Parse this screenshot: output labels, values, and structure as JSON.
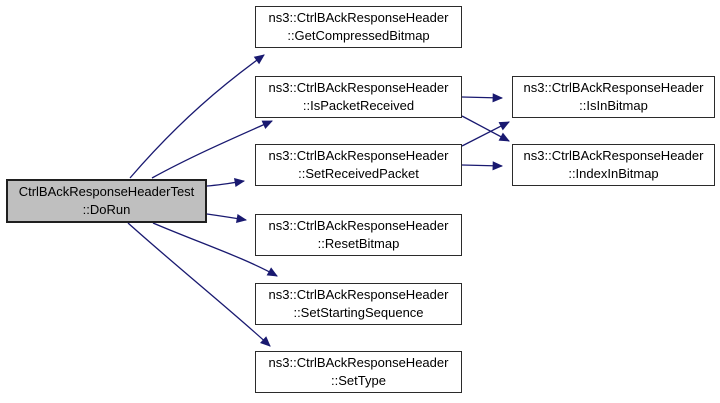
{
  "graph": {
    "type": "call-graph",
    "background_color": "#ffffff",
    "edge_color": "#191970",
    "node_fill": "#ffffff",
    "focus_node_fill": "#bfbfbf",
    "node_border_color": "#2b2b2b",
    "nodes": {
      "do_run": {
        "line1": "CtrlBAckResponseHeaderTest",
        "line2": "::DoRun",
        "role": "focus"
      },
      "get_compressed_bitmap": {
        "line1": "ns3::CtrlBAckResponseHeader",
        "line2": "::GetCompressedBitmap",
        "role": "callee"
      },
      "is_packet_received": {
        "line1": "ns3::CtrlBAckResponseHeader",
        "line2": "::IsPacketReceived",
        "role": "callee"
      },
      "set_received_packet": {
        "line1": "ns3::CtrlBAckResponseHeader",
        "line2": "::SetReceivedPacket",
        "role": "callee"
      },
      "reset_bitmap": {
        "line1": "ns3::CtrlBAckResponseHeader",
        "line2": "::ResetBitmap",
        "role": "callee"
      },
      "set_starting_sequence": {
        "line1": "ns3::CtrlBAckResponseHeader",
        "line2": "::SetStartingSequence",
        "role": "callee"
      },
      "set_type": {
        "line1": "ns3::CtrlBAckResponseHeader",
        "line2": "::SetType",
        "role": "callee"
      },
      "is_in_bitmap": {
        "line1": "ns3::CtrlBAckResponseHeader",
        "line2": "::IsInBitmap",
        "role": "callee"
      },
      "index_in_bitmap": {
        "line1": "ns3::CtrlBAckResponseHeader",
        "line2": "::IndexInBitmap",
        "role": "callee"
      }
    },
    "edges": [
      {
        "from": "do_run",
        "to": "get_compressed_bitmap"
      },
      {
        "from": "do_run",
        "to": "is_packet_received"
      },
      {
        "from": "do_run",
        "to": "set_received_packet"
      },
      {
        "from": "do_run",
        "to": "reset_bitmap"
      },
      {
        "from": "do_run",
        "to": "set_starting_sequence"
      },
      {
        "from": "do_run",
        "to": "set_type"
      },
      {
        "from": "is_packet_received",
        "to": "is_in_bitmap"
      },
      {
        "from": "is_packet_received",
        "to": "index_in_bitmap"
      },
      {
        "from": "set_received_packet",
        "to": "is_in_bitmap"
      },
      {
        "from": "set_received_packet",
        "to": "index_in_bitmap"
      }
    ]
  }
}
